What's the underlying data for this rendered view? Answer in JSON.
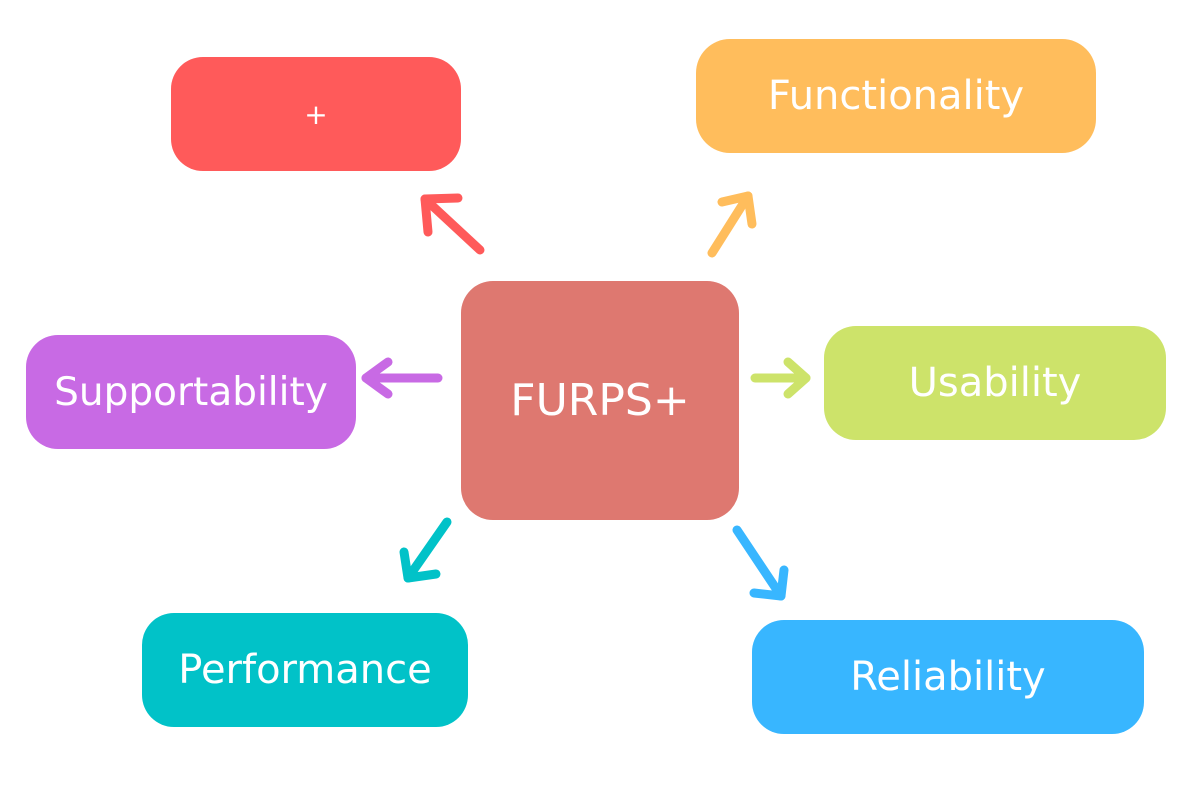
{
  "center": {
    "label": "FURPS+",
    "color": "#de7870"
  },
  "nodes": {
    "plus": {
      "label": "+",
      "color": "#ff5a5a"
    },
    "functionality": {
      "label": "Functionality",
      "color": "#ffbd5c"
    },
    "supportability": {
      "label": "Supportability",
      "color": "#c86ae4"
    },
    "usability": {
      "label": "Usability",
      "color": "#cde36a"
    },
    "performance": {
      "label": "Performance",
      "color": "#01c2c8"
    },
    "reliability": {
      "label": "Reliability",
      "color": "#38b6ff"
    }
  }
}
